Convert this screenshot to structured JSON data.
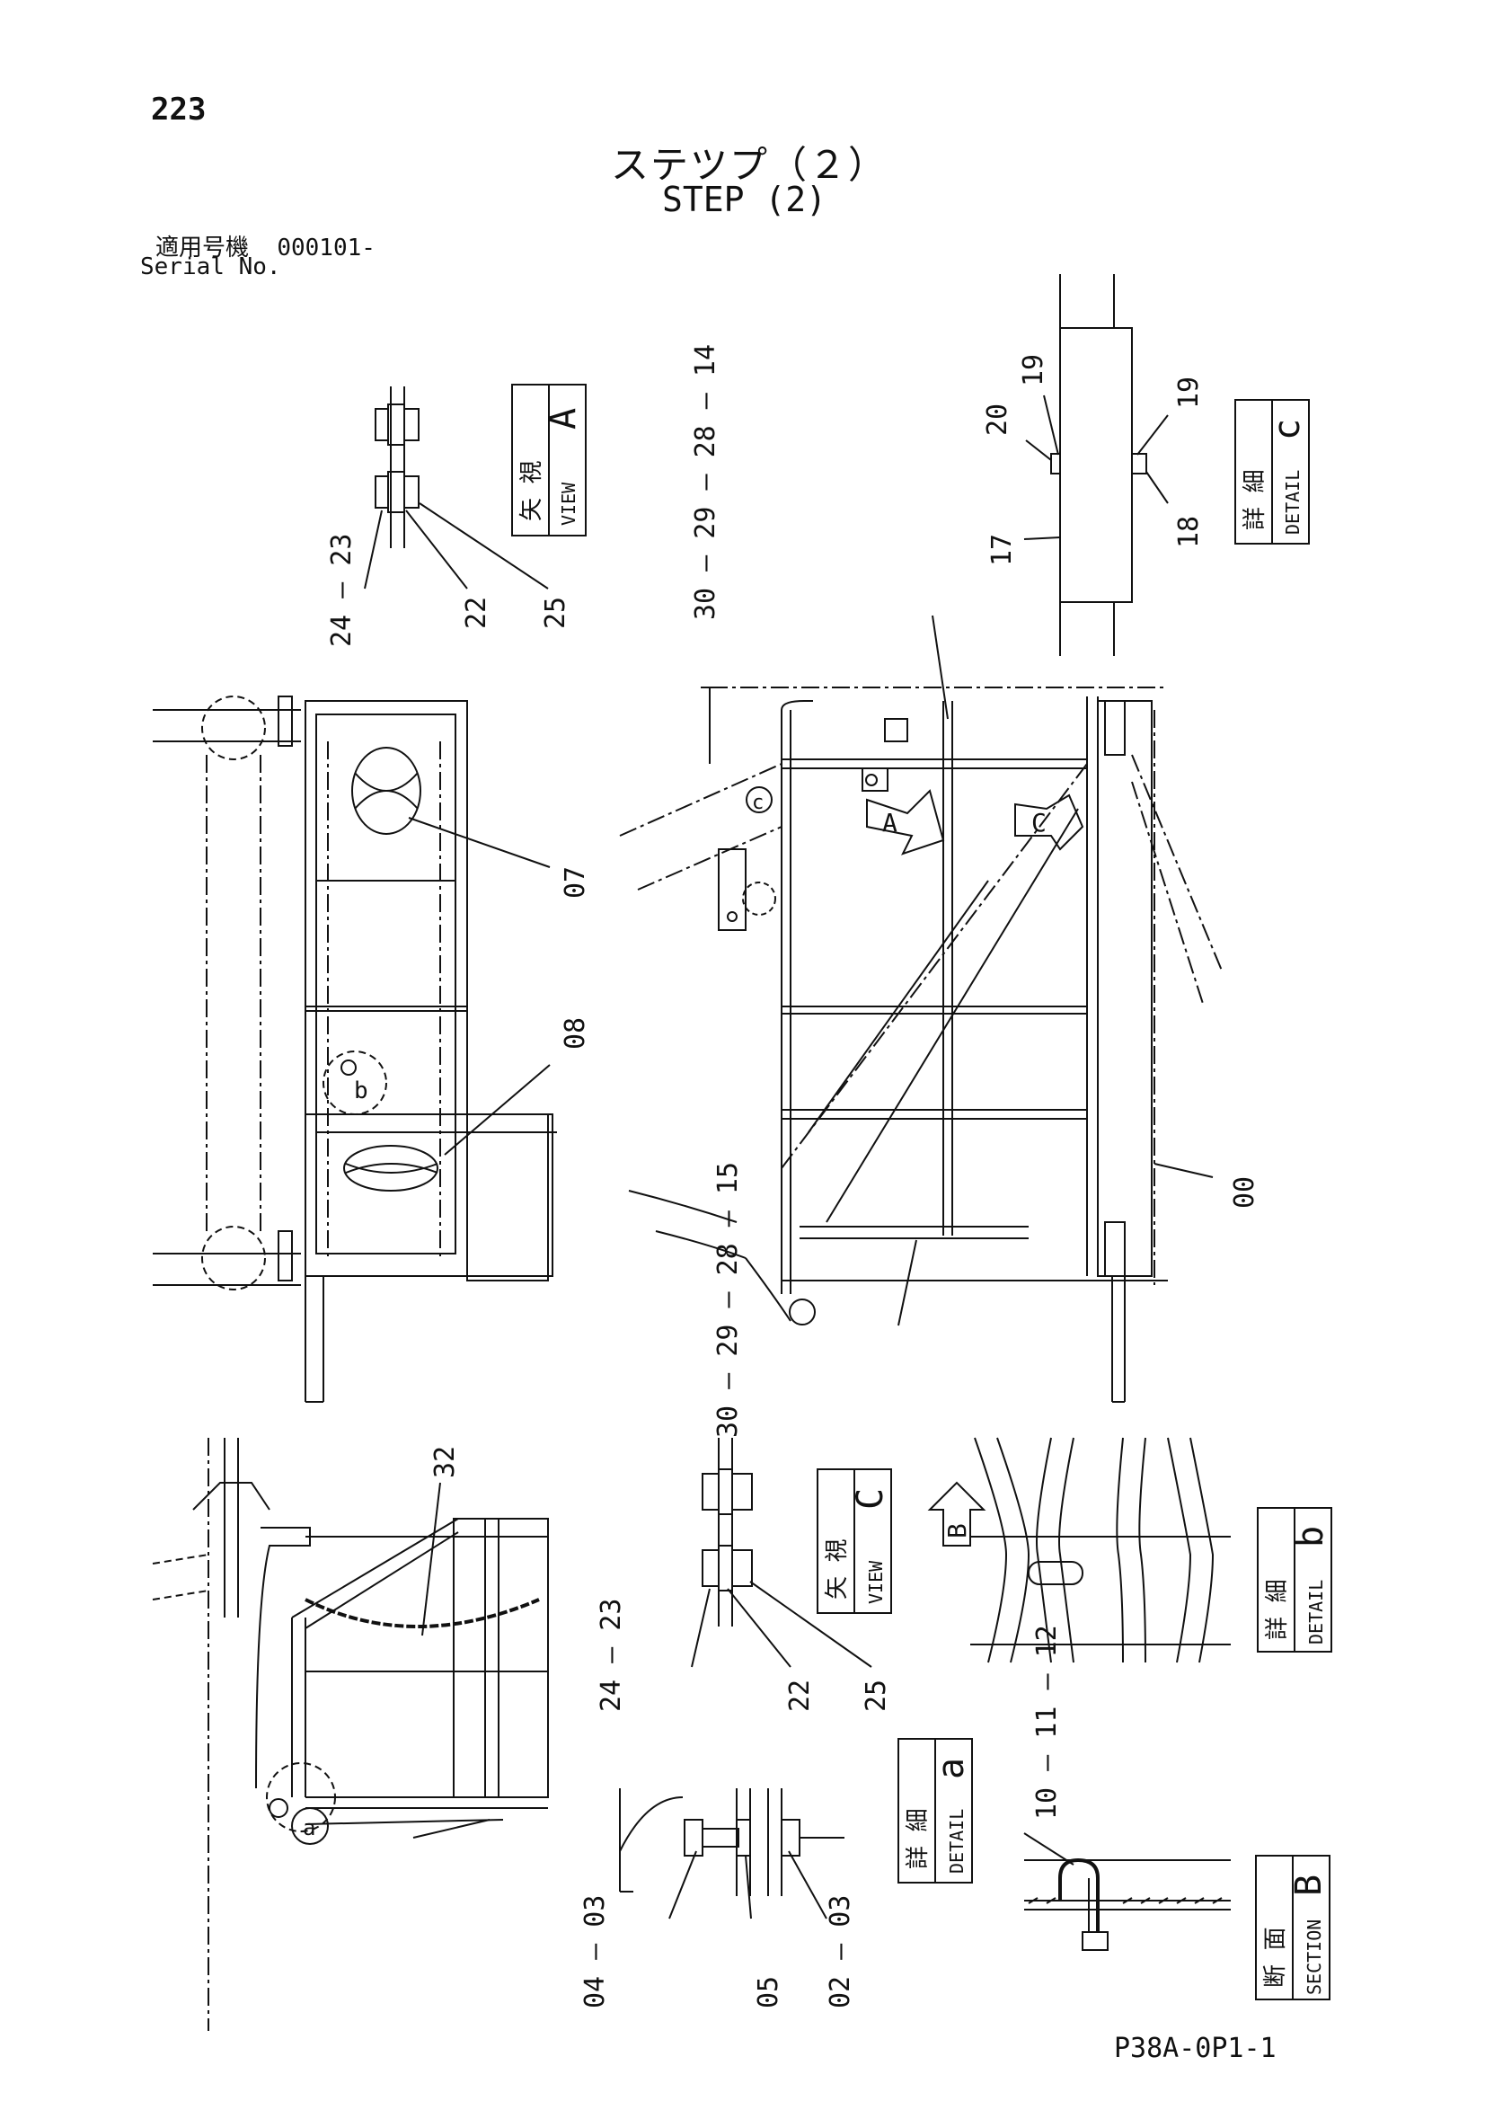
{
  "page": {
    "number": "223",
    "title_jp": "ステツプ（２）",
    "title_en": "STEP (2)",
    "serial_label_jp": "適用号機",
    "serial_value": "000101-",
    "serial_label_en": "Serial No.",
    "drawing_code": "P38A-0P1-1"
  },
  "views": {
    "view_a": {
      "jp": "矢 視",
      "en": "VIEW",
      "letter": "A"
    },
    "detail_c": {
      "jp": "詳 細",
      "en": "DETAIL",
      "letter": "c"
    },
    "view_c": {
      "jp": "矢 視",
      "en": "VIEW",
      "letter": "C"
    },
    "detail_b": {
      "jp": "詳 細",
      "en": "DETAIL",
      "letter": "b"
    },
    "detail_a": {
      "jp": "詳 細",
      "en": "DETAIL",
      "letter": "a"
    },
    "section_b": {
      "jp": "断 面",
      "en": "SECTION",
      "letter": "B"
    }
  },
  "arrows": {
    "a": "A",
    "c": "C",
    "b": "B"
  },
  "detail_markers": {
    "b": "b",
    "c": "c",
    "a": "a"
  },
  "part_labels": {
    "view_a_stack": "24 – 23",
    "view_a_22": "22",
    "view_a_25": "25",
    "detail_c_19_top": "19",
    "detail_c_20": "20",
    "detail_c_17": "17",
    "detail_c_19_right": "19",
    "detail_c_18": "18",
    "main_top_stack": "30 – 29 – 28 – 14",
    "main_07": "07",
    "main_08": "08",
    "main_00": "00",
    "main_bottom_stack": "30 – 29 – 28 – 15",
    "side_32": "32",
    "view_c_stack": "24 – 23",
    "view_c_22": "22",
    "view_c_25": "25",
    "section_b_stack": "10 – 11 – 12",
    "detail_a_stack_left": "04 – 03",
    "detail_a_05": "05",
    "detail_a_stack_right": "02 – 03"
  }
}
